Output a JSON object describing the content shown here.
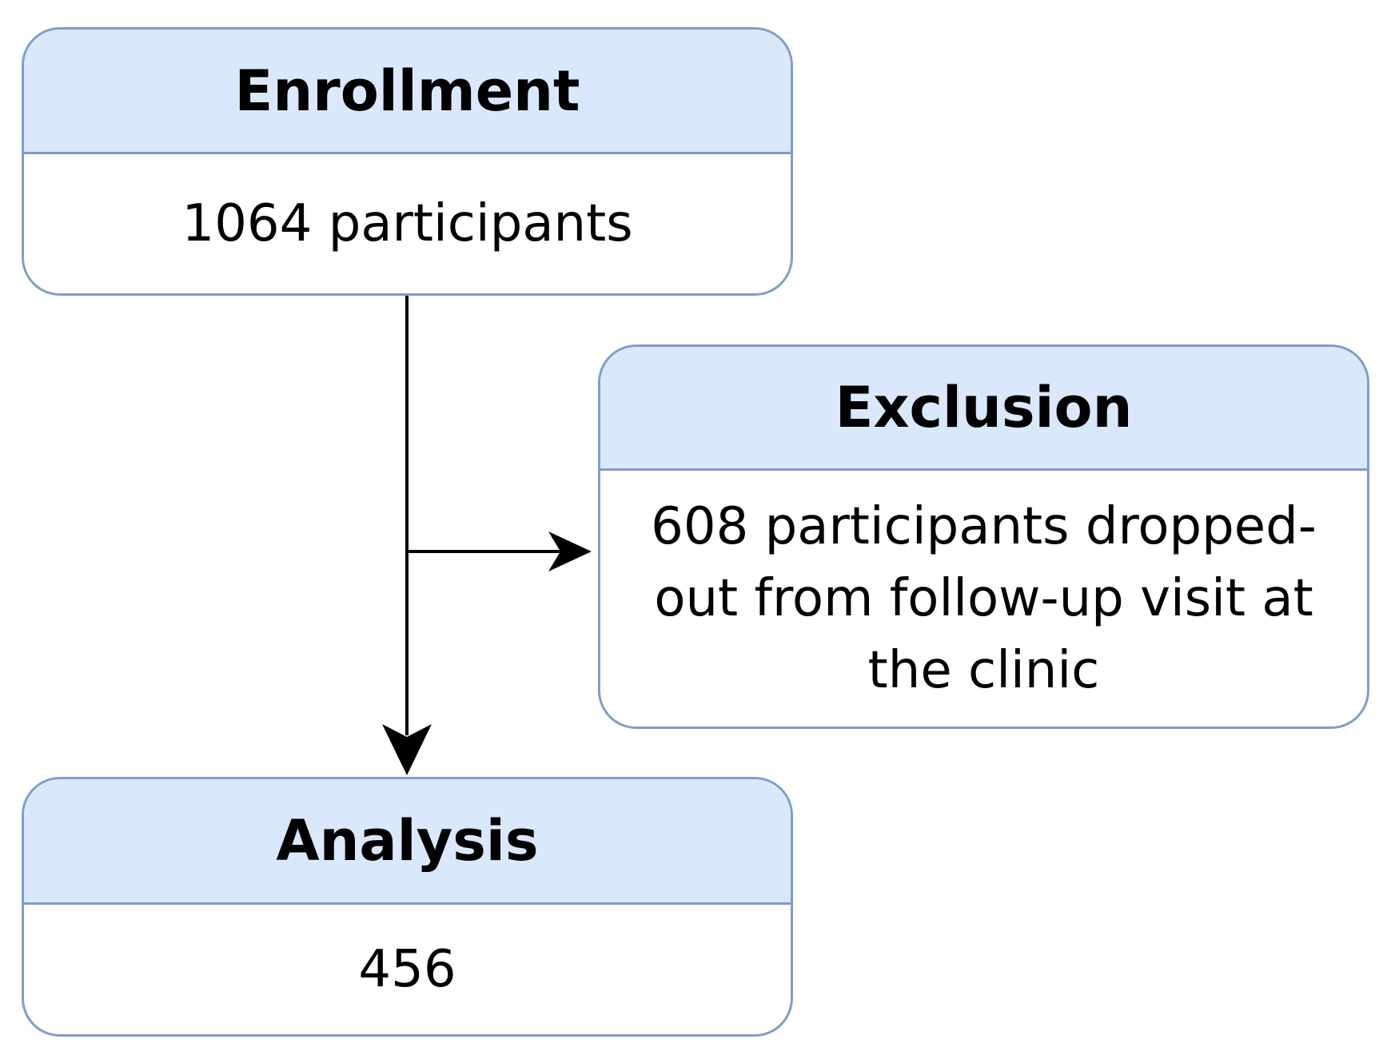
{
  "boxes": {
    "enrollment": {
      "title": "Enrollment",
      "text": "1064 participants"
    },
    "exclusion": {
      "title": "Exclusion",
      "text": "608 participants dropped-out from follow-up visit at the clinic"
    },
    "analysis": {
      "title": "Analysis",
      "text": "456"
    }
  },
  "colors": {
    "header_fill": "#dae8fc",
    "border": "#7f9ccc",
    "arrow": "#000000"
  }
}
